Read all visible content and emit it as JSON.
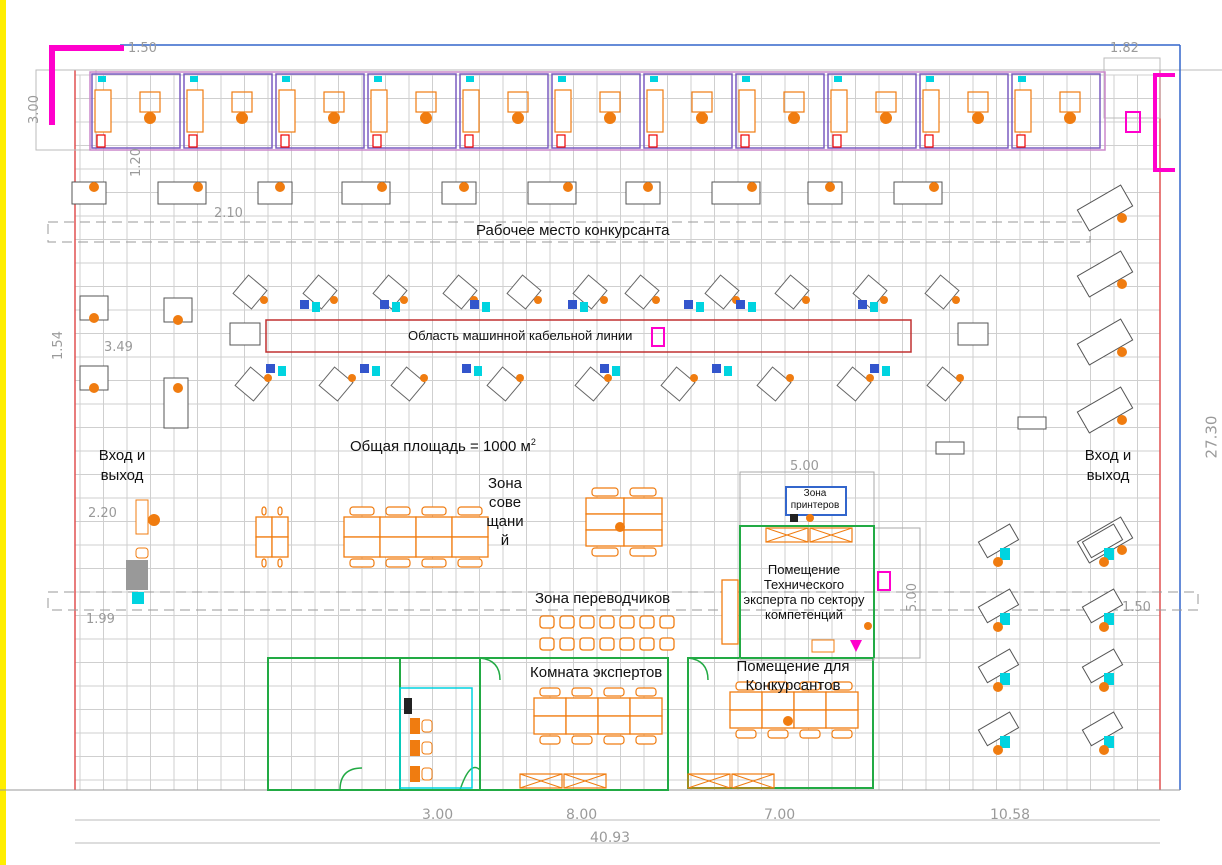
{
  "labels": {
    "workplace": "Рабочее место конкурсанта",
    "cable_line": "Область машинной кабельной линии",
    "total_area": "Общая площадь = 1000 м²",
    "entry_left": "Вход и выход",
    "entry_right": "Вход и выход",
    "meeting_zone": "Зона сове щани й",
    "translators": "Зона переводчиков",
    "experts_room": "Комната экспертов",
    "contestants_room": "Помещение для Конкурсантов",
    "tech_expert": "Помещение Технического эксперта по сектору компетенций",
    "printers": "Зона принтеров"
  },
  "dimensions": {
    "d1": "1.50",
    "d2": "1.82",
    "d3": "3.00",
    "d4": "1.20",
    "d5": "2.10",
    "d6": "1.54",
    "d7": "3.49",
    "d8": "2.20",
    "d9": "1.99",
    "d10": "5.00",
    "d11": "5.00",
    "d12": "1.50",
    "d13": "27.30",
    "d14": "3.00",
    "d15": "8.00",
    "d16": "7.00",
    "d17": "10.58",
    "d18": "40.93"
  },
  "colors": {
    "grid": "#cfcfcf",
    "wall_red": "#e05050",
    "wall_blue": "#3366cc",
    "magenta": "#ff00cc",
    "green": "#22aa44",
    "orange": "#f07c10",
    "cyan": "#00d4e0",
    "yellow_edge": "#ffee00"
  }
}
